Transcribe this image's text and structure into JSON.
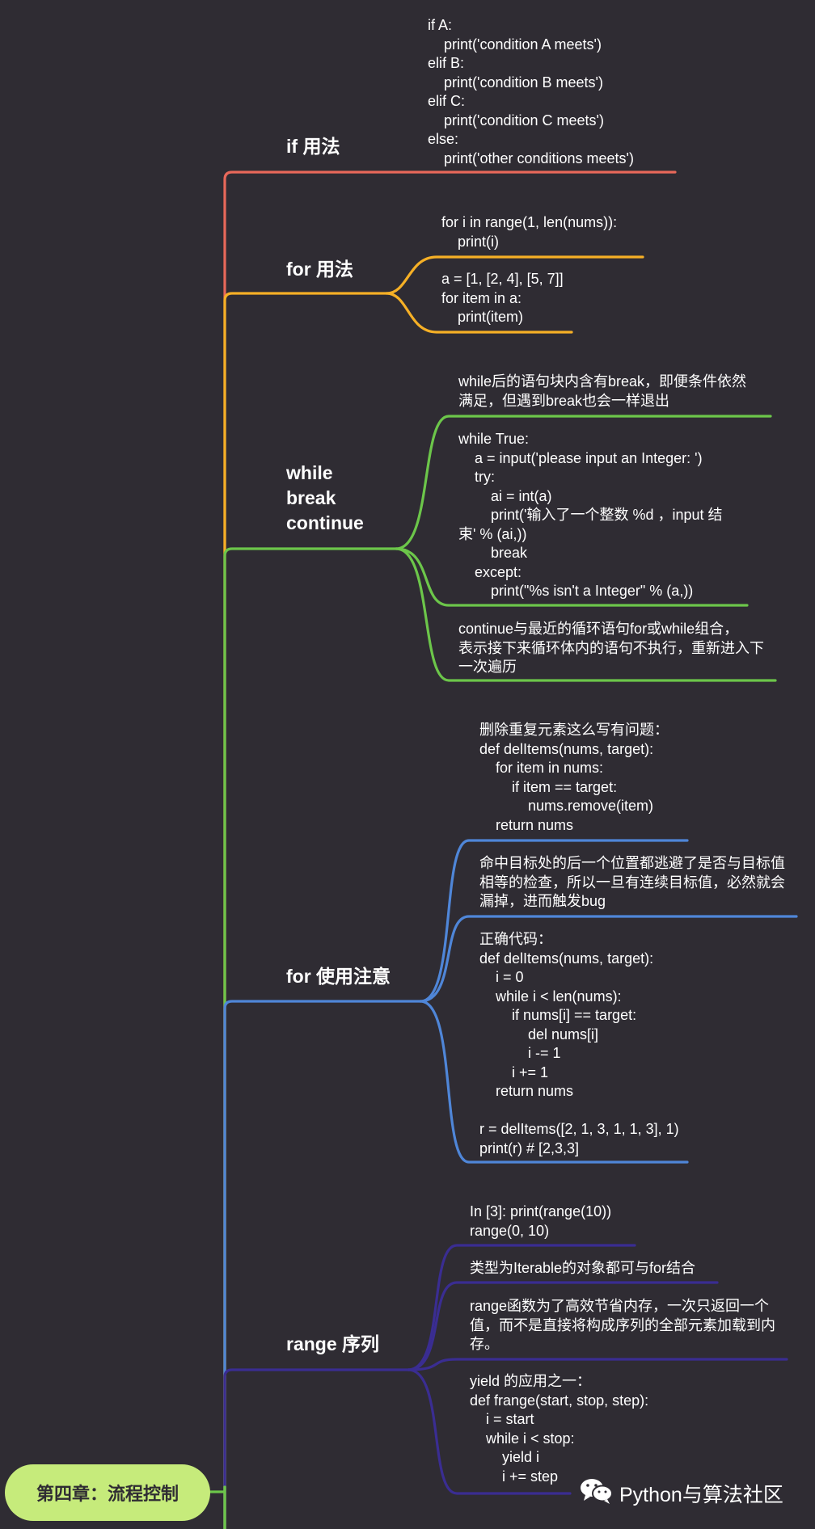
{
  "root": {
    "label": "第四章：流程控制"
  },
  "watermark": {
    "text": "Python与算法社区",
    "icon": "wechat-icon"
  },
  "colors": {
    "background": "#2f2c33",
    "if": "#e8685a",
    "for": "#f6b026",
    "while": "#6cc64a",
    "for_note": "#4f86d8",
    "range": "#3a2d92",
    "root_fill": "#c6eb7b"
  },
  "branches": [
    {
      "id": "if",
      "title": "if 用法",
      "notes": [
        "if A:\n    print('condition A meets')\nelif B:\n    print('condition B meets')\nelif C:\n    print('condition C meets')\nelse:\n    print('other conditions meets')"
      ]
    },
    {
      "id": "for",
      "title": "for 用法",
      "notes": [
        "for i in range(1, len(nums)):\n    print(i)",
        "a = [1, [2, 4], [5, 7]]\nfor item in a:\n    print(item)"
      ]
    },
    {
      "id": "while",
      "title": "while\nbreak\ncontinue",
      "notes": [
        "while后的语句块内含有break，即便条件依然\n满足，但遇到break也会一样退出",
        "while True:\n    a = input('please input an Integer: ')\n    try:\n        ai = int(a)\n        print('输入了一个整数 %d ，input 结\n束' % (ai,))\n        break\n    except:\n        print(\"%s isn't a Integer\" % (a,))",
        "continue与最近的循环语句for或while组合，\n表示接下来循环体内的语句不执行，重新进入下\n一次遍历"
      ]
    },
    {
      "id": "for_note",
      "title": "for 使用注意",
      "notes": [
        "删除重复元素这么写有问题：\ndef delItems(nums, target):\n    for item in nums:\n        if item == target:\n            nums.remove(item)\n    return nums",
        "命中目标处的后一个位置都逃避了是否与目标值\n相等的检查，所以一旦有连续目标值，必然就会\n漏掉，进而触发bug",
        "正确代码：\ndef delItems(nums, target):\n    i = 0\n    while i < len(nums):\n        if nums[i] == target:\n            del nums[i]\n            i -= 1\n        i += 1\n    return nums\n\nr = delItems([2, 1, 3, 1, 1, 3], 1)\nprint(r) # [2,3,3]"
      ]
    },
    {
      "id": "range",
      "title": "range 序列",
      "notes": [
        "In [3]: print(range(10))\nrange(0, 10)",
        "类型为Iterable的对象都可与for结合",
        "range函数为了高效节省内存，一次只返回一个\n值，而不是直接将构成序列的全部元素加载到内\n存。",
        "yield 的应用之一：\ndef frange(start, stop, step):\n    i = start\n    while i < stop:\n        yield i\n        i += step"
      ]
    }
  ]
}
